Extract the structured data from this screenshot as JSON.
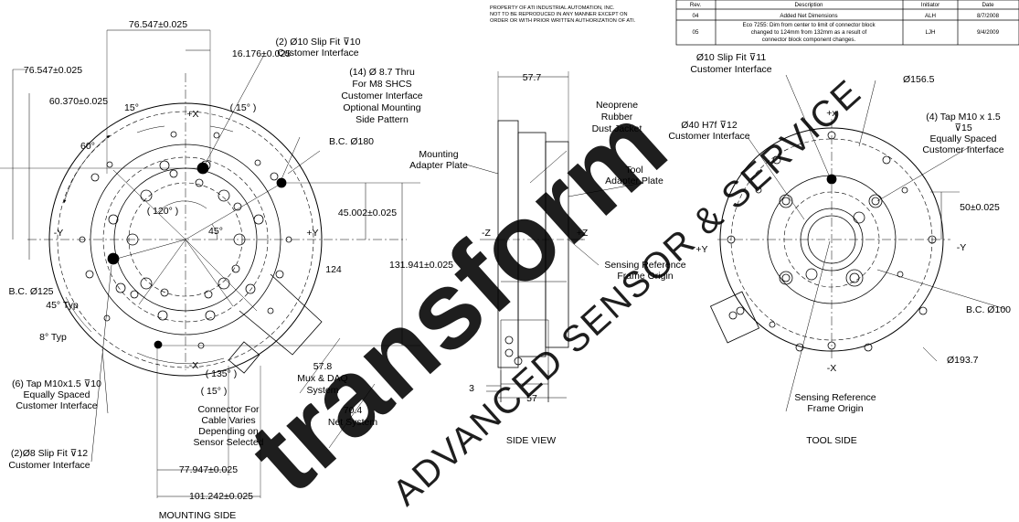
{
  "header": {
    "property_lines": [
      "PROPERTY OF ATI INDUSTRIAL AUTOMATION, INC.",
      "NOT TO BE REPRODUCED IN ANY MANNER EXCEPT ON",
      "ORDER OR WITH PRIOR WRITTEN AUTHORIZATION OF ATI."
    ]
  },
  "revision_table": {
    "headers": [
      "Rev.",
      "Description",
      "Initiator",
      "Date"
    ],
    "rows": [
      {
        "rev": "04",
        "desc": [
          "Added Net Dimensions"
        ],
        "init": "ALH",
        "date": "8/7/2008"
      },
      {
        "rev": "05",
        "desc": [
          "Eco 7255: Dim from center to limit of connector block",
          "changed to 124mm from 132mm as a result of",
          "connector block component changes."
        ],
        "init": "LJH",
        "date": "9/4/2009"
      }
    ]
  },
  "mounting_side": {
    "title": "MOUNTING SIDE",
    "dims": {
      "d76547_top": "76.547±0.025",
      "d16176": "16.176±0.025",
      "d76547_left": "76.547±0.025",
      "d60370": "60.370±0.025",
      "a15_left": "15°",
      "a15_right": "( 15° )",
      "a60": "60°",
      "plusx": "+X",
      "a120": "( 120° )",
      "a45": "45°",
      "minusy": "-Y",
      "plusy": "+Y",
      "bc125": "B.C. Ø125",
      "typ45": "45° Typ",
      "typ8": "8° Typ",
      "d45002": "45.002±0.025",
      "d124": "124",
      "d131941": "131.941±0.025",
      "minusx": "-X",
      "a135": "( 135° )",
      "a15_bottom": "( 15° )",
      "d77947": "77.947±0.025",
      "d101242": "101.242±0.025",
      "d57_8": "57.8",
      "d70_4": "70.4"
    },
    "notes": {
      "slip10": [
        "(2) Ø10 Slip Fit ⊽10",
        "Customer Interface"
      ],
      "thru14": [
        "(14) Ø 8.7 Thru",
        "For M8 SHCS",
        "Customer Interface",
        "Optional Mounting",
        "Side Pattern"
      ],
      "bc180": "B.C. Ø180",
      "tap6": [
        "(6) Tap M10x1.5 ⊽10",
        "Equally Spaced",
        "Customer Interface"
      ],
      "connector": [
        "Connector For",
        "Cable Varies",
        "Depending on",
        "Sensor Selected"
      ],
      "mux": [
        "Mux & DAQ",
        "System"
      ],
      "net": "Net System",
      "slip8": [
        "(2)Ø8 Slip Fit ⊽12",
        "Customer Interface"
      ]
    }
  },
  "side_view": {
    "title": "SIDE VIEW",
    "dims": {
      "d57_7": "57.7",
      "d57": "57",
      "d3": "3"
    },
    "labels": {
      "neoprene": [
        "Neoprene",
        "Rubber",
        "Dust Jacket"
      ],
      "mounting_adapter": [
        "Mounting",
        "Adapter Plate"
      ],
      "tool_adapter": [
        "Tool",
        "Adapter Plate"
      ],
      "sensing": [
        "Sensing Reference",
        "Frame Origin"
      ],
      "minusz": "-Z",
      "plusz": "+Z"
    }
  },
  "tool_side": {
    "title": "TOOL SIDE",
    "dims": {
      "d156_5": "Ø156.5",
      "d50025": "50±0.025",
      "bc100": "B.C. Ø100",
      "d193_7": "Ø193.7"
    },
    "labels": {
      "slip10": [
        "Ø10 Slip Fit ⊽11",
        "Customer Interface"
      ],
      "h7f": [
        "Ø40 H7f ⊽12",
        "Customer Interface"
      ],
      "tap4": [
        "(4) Tap M10 x 1.5",
        "⊽15",
        "Equally Spaced",
        "Customer Interface"
      ],
      "plusx": "+x",
      "minusx": "-X",
      "plusy": "+Y",
      "minusy": "-Y",
      "sensing": [
        "Sensing Reference",
        "Frame Origin"
      ]
    }
  },
  "watermark": {
    "big": "transform",
    "small": "ADVANCED SENSOR & SERVICE"
  },
  "colors": {
    "ink": "#000000",
    "watermark_red": "#e8322f",
    "watermark_gray": "#8f8f8f"
  }
}
